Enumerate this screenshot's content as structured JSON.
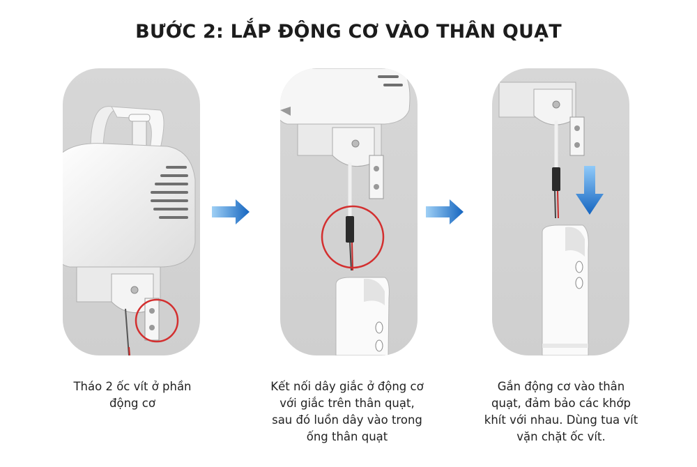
{
  "title": "BƯỚC 2: LẮP ĐỘNG CƠ VÀO THÂN QUẠT",
  "steps": [
    {
      "caption_lines": [
        "Tháo 2 ốc vít ở phần",
        "động cơ"
      ]
    },
    {
      "caption_lines": [
        "Kết nối dây giắc ở động cơ",
        "với giắc trên thân quạt,",
        "sau đó luồn dây vào trong",
        "ống thân quạt"
      ]
    },
    {
      "caption_lines": [
        "Gắn động cơ vào thân",
        "quạt, đảm bảo các khớp",
        "khít với nhau. Dùng tua vít",
        "vặn chặt ốc vít."
      ]
    }
  ],
  "colors": {
    "panel_bg": "#d3d3d3",
    "arrow_blue": "#1e88e5",
    "highlight_circle": "#d32f2f"
  },
  "icons": [
    "fan-motor-illustration",
    "connector-illustration",
    "assembly-illustration",
    "right-arrow-icon",
    "down-arrow-icon"
  ]
}
